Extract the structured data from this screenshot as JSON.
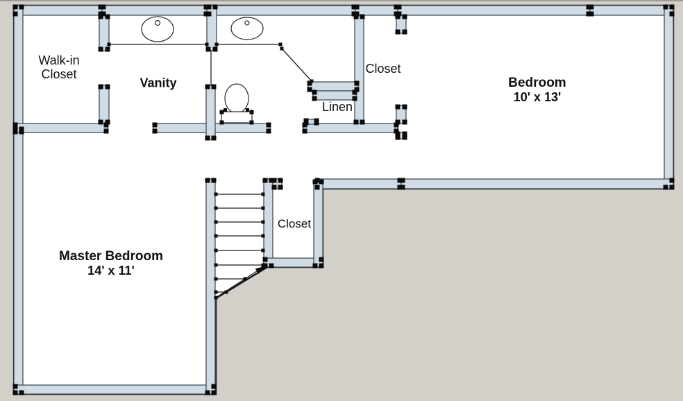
{
  "plan": {
    "rooms": {
      "walk_in_closet": {
        "label": "Walk-in Closet"
      },
      "vanity": {
        "label": "Vanity"
      },
      "bath_closet": {
        "label": "Closet"
      },
      "linen": {
        "label": "Linen"
      },
      "bedroom": {
        "label": "Bedroom",
        "dimensions": "10' x 13'"
      },
      "master_bedroom": {
        "label": "Master Bedroom",
        "dimensions": "14' x 11'"
      },
      "stair_closet": {
        "label": "Closet"
      }
    },
    "fixtures": [
      "sink-left",
      "sink-right",
      "toilet",
      "stairs-with-direction-arrow"
    ],
    "colors": {
      "wall_fill": "#cfdce6",
      "wall_edge": "#454d54",
      "floor": "#ffffff",
      "background": "#d0d0ca",
      "void": "#cdcfc9",
      "outline": "#141414",
      "text": "#111111"
    }
  }
}
